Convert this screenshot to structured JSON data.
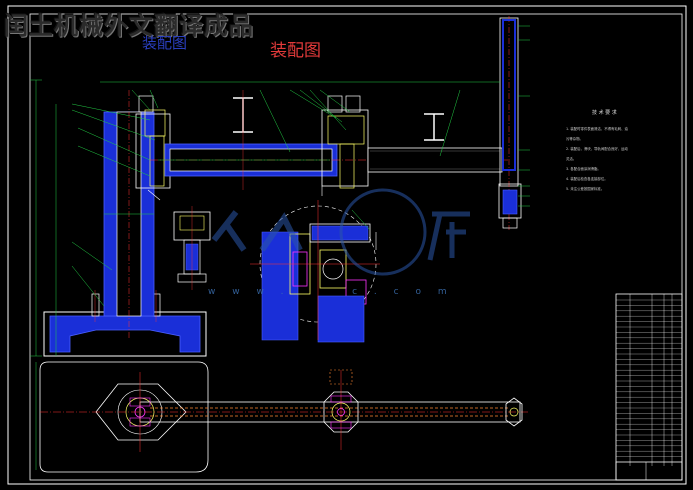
{
  "watermark_top": "闰土机械外文翻译成品",
  "title_ghost": "装配图",
  "title_main": "装配图",
  "tech_requirements_title": "技 术 要 求",
  "tech_notes": [
    "1. 装配时零件表面清洁，不得有毛刺、油污等杂物。",
    "2. 装配后，滑块，导轨间配合良好，运动灵活。",
    "3. 各配合面涂润滑脂。",
    "4. 装配后检查各连接部位。",
    "5. 未注公差按国家标准。"
  ],
  "watermark_url": "w w w . 　 　 c . c o m",
  "colors": {
    "background": "#000000",
    "outline": "#ffffff",
    "hatch": "#3344ff",
    "center": "#ff3333",
    "dim": "#22cc44",
    "section": "#ffff66",
    "magenta": "#ff33ff",
    "dashed": "#ff8833"
  }
}
